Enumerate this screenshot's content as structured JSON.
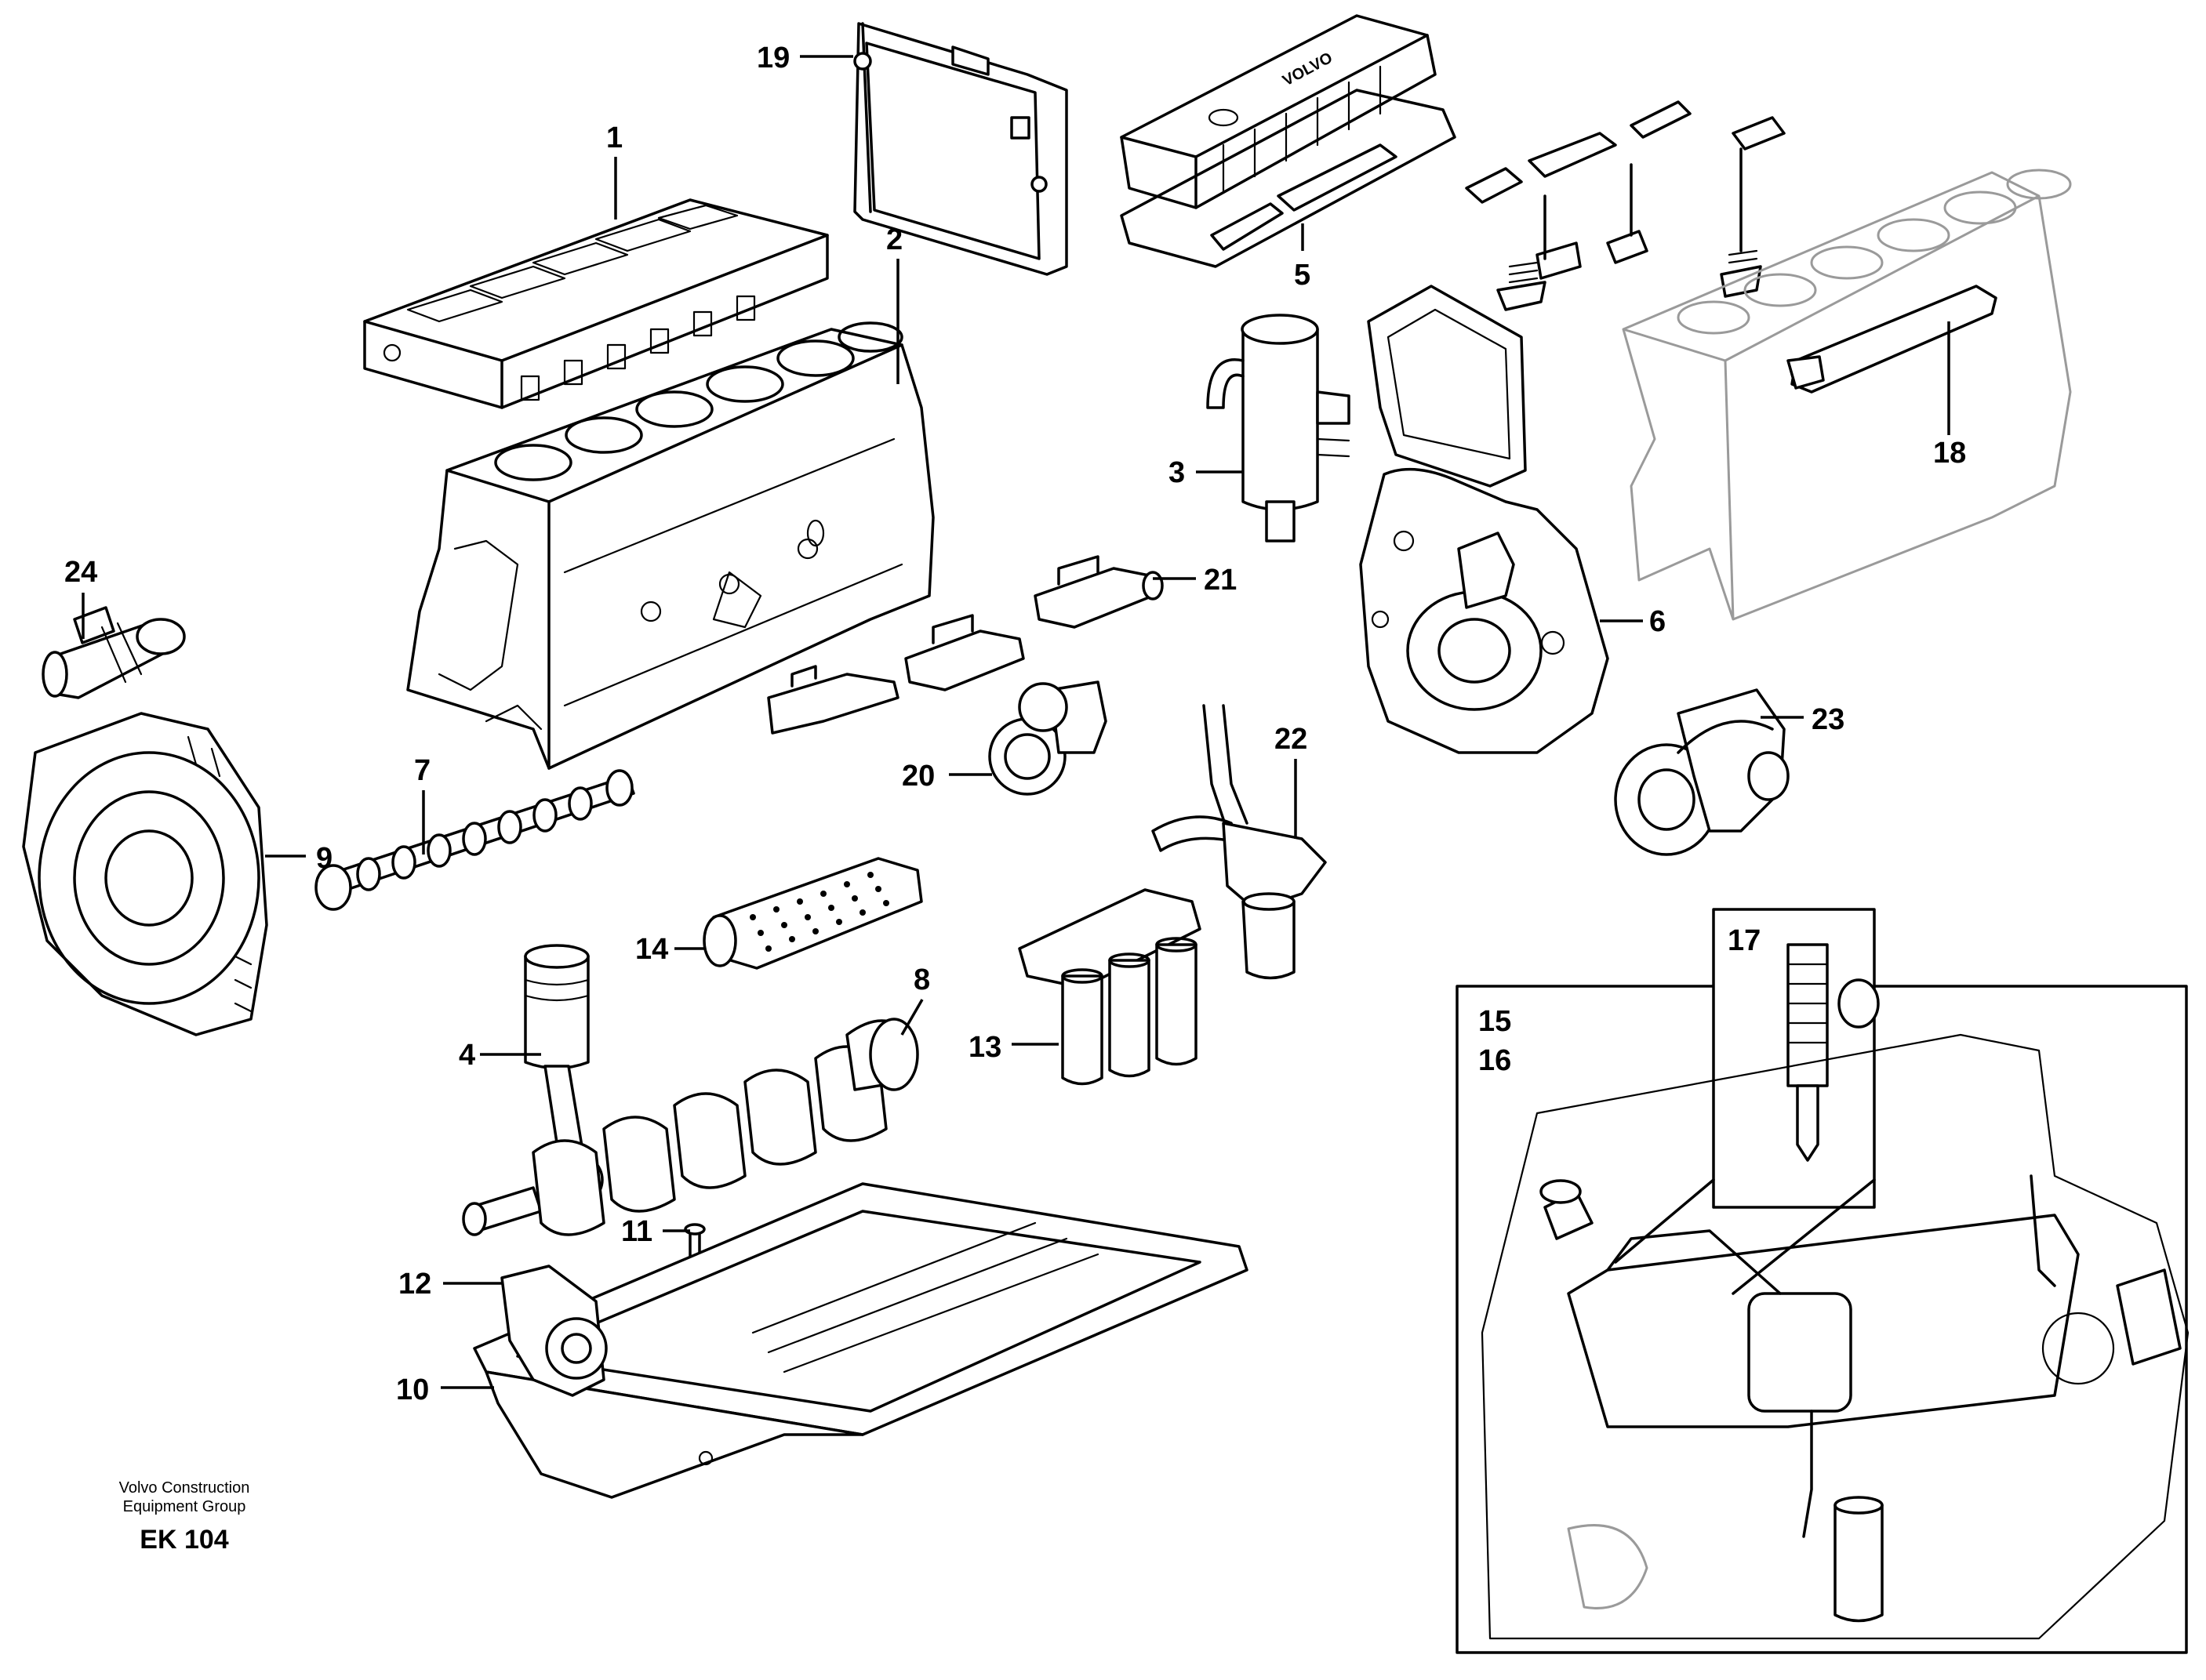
{
  "footer": {
    "company_line1": "Volvo Construction",
    "company_line2": "Equipment Group",
    "code": "EK 104"
  },
  "callouts": {
    "c1": "1",
    "c2": "2",
    "c3": "3",
    "c4": "4",
    "c5": "5",
    "c6": "6",
    "c7": "7",
    "c8": "8",
    "c9": "9",
    "c10": "10",
    "c11": "11",
    "c12": "12",
    "c13": "13",
    "c14": "14",
    "c15": "15",
    "c16": "16",
    "c17": "17",
    "c18": "18",
    "c19": "19",
    "c20": "20",
    "c21": "21",
    "c22": "22",
    "c23": "23",
    "c24": "24"
  },
  "valve_cover_text": "VOLVO"
}
